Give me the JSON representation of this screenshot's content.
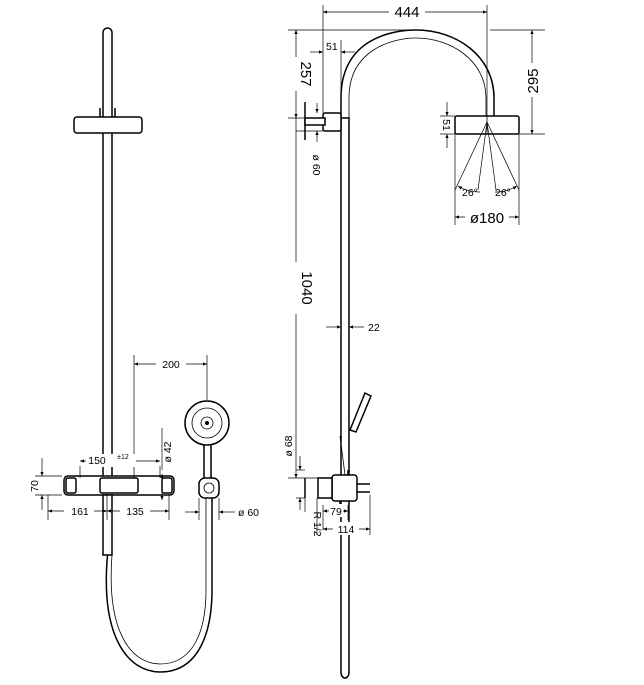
{
  "left_view": {
    "dim_handshower_offset": "200",
    "dim_thermostat_body": "150",
    "dim_thermostat_body_tol": "±12",
    "dim_handle_diameter": "ø 42",
    "dim_height_70": "70",
    "dim_left_161": "161",
    "dim_right_135": "135",
    "dim_holder_60": "ø 60"
  },
  "right_view": {
    "dim_width_444": "444",
    "dim_height_295": "295",
    "dim_257": "257",
    "dim_51_top": "51",
    "dim_51_head": "51",
    "dim_wall_60": "ø 60",
    "dim_angle_left": "26°",
    "dim_angle_right": "26°",
    "dim_head_180": "ø180",
    "dim_1040": "1040",
    "dim_pipe_22": "22",
    "dim_68": "ø 68",
    "dim_thread": "R 1/2",
    "dim_79": "79",
    "dim_114": "114"
  }
}
